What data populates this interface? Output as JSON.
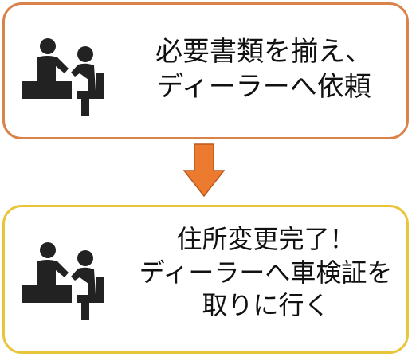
{
  "colors": {
    "box1_border": "#d9824a",
    "box2_border": "#e8c53a",
    "arrow_fill": "#ec7a2f",
    "arrow_stroke": "#b85a20",
    "icon_fill": "#222222"
  },
  "steps": [
    {
      "icon": "consultation-icon",
      "lines": [
        "必要書類を揃え、",
        "ディーラーへ依頼"
      ]
    },
    {
      "icon": "consultation-icon",
      "lines": [
        "住所変更完了！",
        "ディーラーへ車検証を",
        "取りに行く"
      ]
    }
  ],
  "connector": {
    "icon": "down-arrow-icon"
  }
}
